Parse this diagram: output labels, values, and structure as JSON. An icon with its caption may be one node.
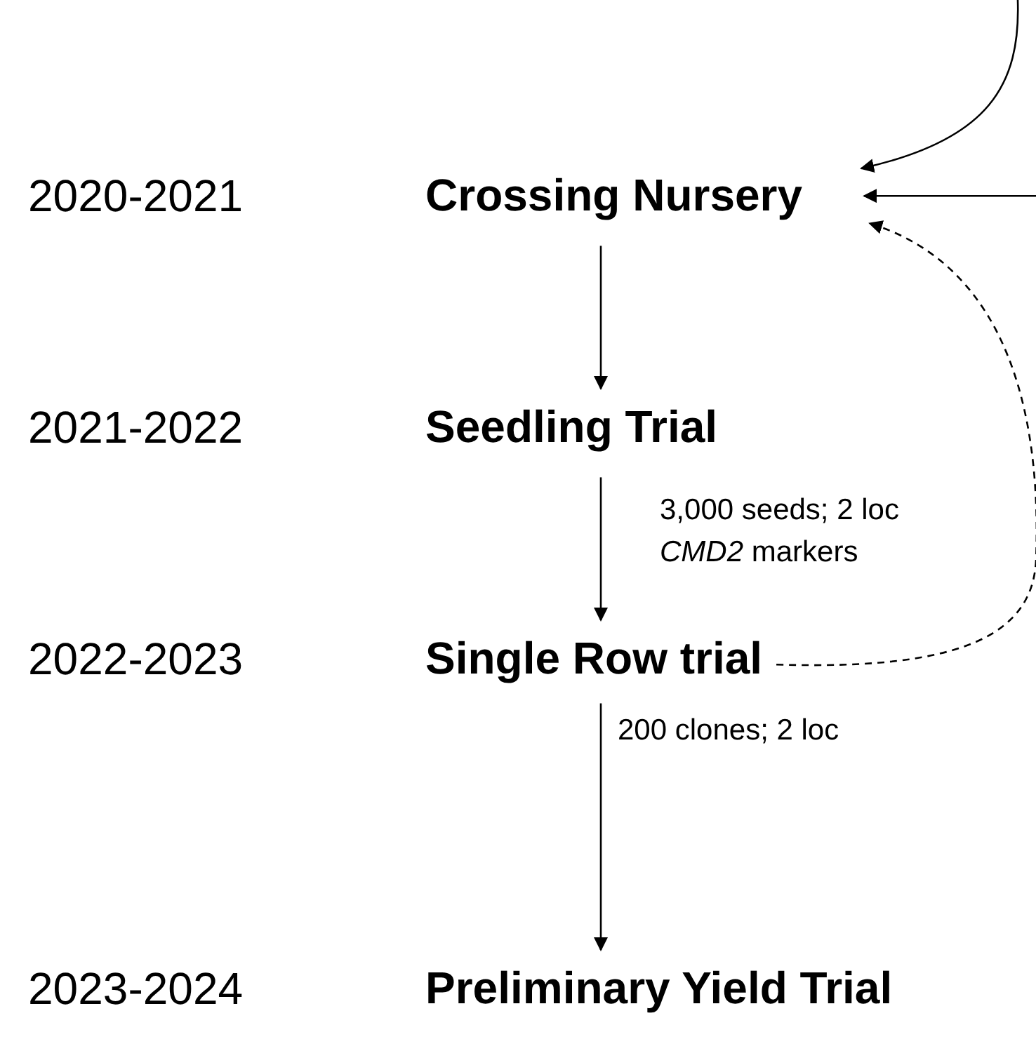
{
  "diagram": {
    "nodes": [
      {
        "text": [
          "Crossing Nursery"
        ]
      },
      {
        "text": [
          "Seedling Trial"
        ]
      },
      {
        "text": [
          "Single Row trial"
        ]
      },
      {
        "text": [
          "Preliminary Yield Trial"
        ]
      }
    ],
    "labels": [
      "2020-2021",
      "2021-2022",
      "2022-2023",
      "2023-2024"
    ],
    "edges": [
      {
        "from": null,
        "to": 0,
        "arrow": "to"
      },
      {
        "from": null,
        "to": 0,
        "arrow": "to"
      },
      {
        "from": 2,
        "to": 0,
        "arrow": "to",
        "style": "dashed"
      },
      {
        "from": 0,
        "to": 1,
        "arrow": "to"
      },
      {
        "from": 1,
        "to": 2,
        "arrow": "to",
        "label": "3,000 seeds; 2 loc *CMD2* markers"
      },
      {
        "from": 2,
        "to": 3,
        "arrow": "to",
        "label": "200 clones; 2 loc"
      }
    ]
  }
}
